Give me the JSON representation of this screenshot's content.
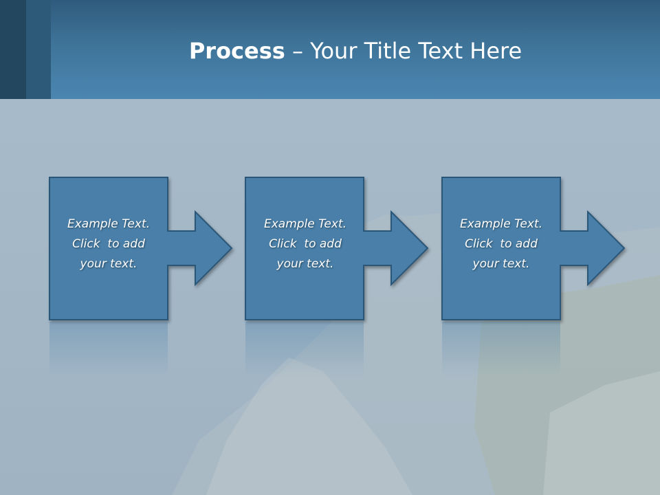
{
  "slide": {
    "title_bold": "Process",
    "title_rest": " – Your Title Text Here"
  },
  "steps": [
    {
      "line1": "Example Text.",
      "line2": "Click  to add",
      "line3": "your text."
    },
    {
      "line1": "Example Text.",
      "line2": "Click  to add",
      "line3": "your text."
    },
    {
      "line1": "Example Text.",
      "line2": "Click  to add",
      "line3": "your text."
    }
  ],
  "colors": {
    "header": "#3f7499",
    "shape_fill": "#4a7fa8",
    "shape_border": "#2b5677",
    "background": "#a9bccb"
  }
}
